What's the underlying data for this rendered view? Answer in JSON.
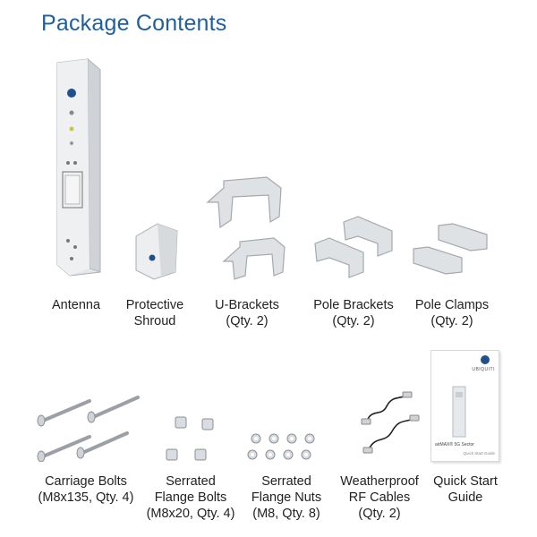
{
  "title": "Package Contents",
  "items": [
    {
      "label": "Antenna",
      "qty": ""
    },
    {
      "label": "Protective",
      "qty": "Shroud"
    },
    {
      "label": "U-Brackets",
      "qty": "(Qty. 2)"
    },
    {
      "label": "Pole Brackets",
      "qty": "(Qty. 2)"
    },
    {
      "label": "Pole Clamps",
      "qty": "(Qty. 2)"
    },
    {
      "label": "Carriage Bolts",
      "qty": "(M8x135, Qty. 4)"
    },
    {
      "label": "Serrated",
      "qty": "Flange Bolts",
      "extra": "(M8x20, Qty. 4)"
    },
    {
      "label": "Serrated",
      "qty": "Flange Nuts",
      "extra": "(M8, Qty. 8)"
    },
    {
      "label": "Weatherproof",
      "qty": "RF Cables",
      "extra": "(Qty. 2)"
    },
    {
      "label": "Quick Start",
      "qty": "Guide"
    }
  ],
  "guide": {
    "brand": "UBIQUITI",
    "product": "airMAX® 5G Sector",
    "subtitle": "Quick Start Guide"
  },
  "colors": {
    "title": "#1f5f9e",
    "metal": "#d9dde1",
    "edge": "#a9afb5",
    "logo": "#1f4f8e"
  }
}
